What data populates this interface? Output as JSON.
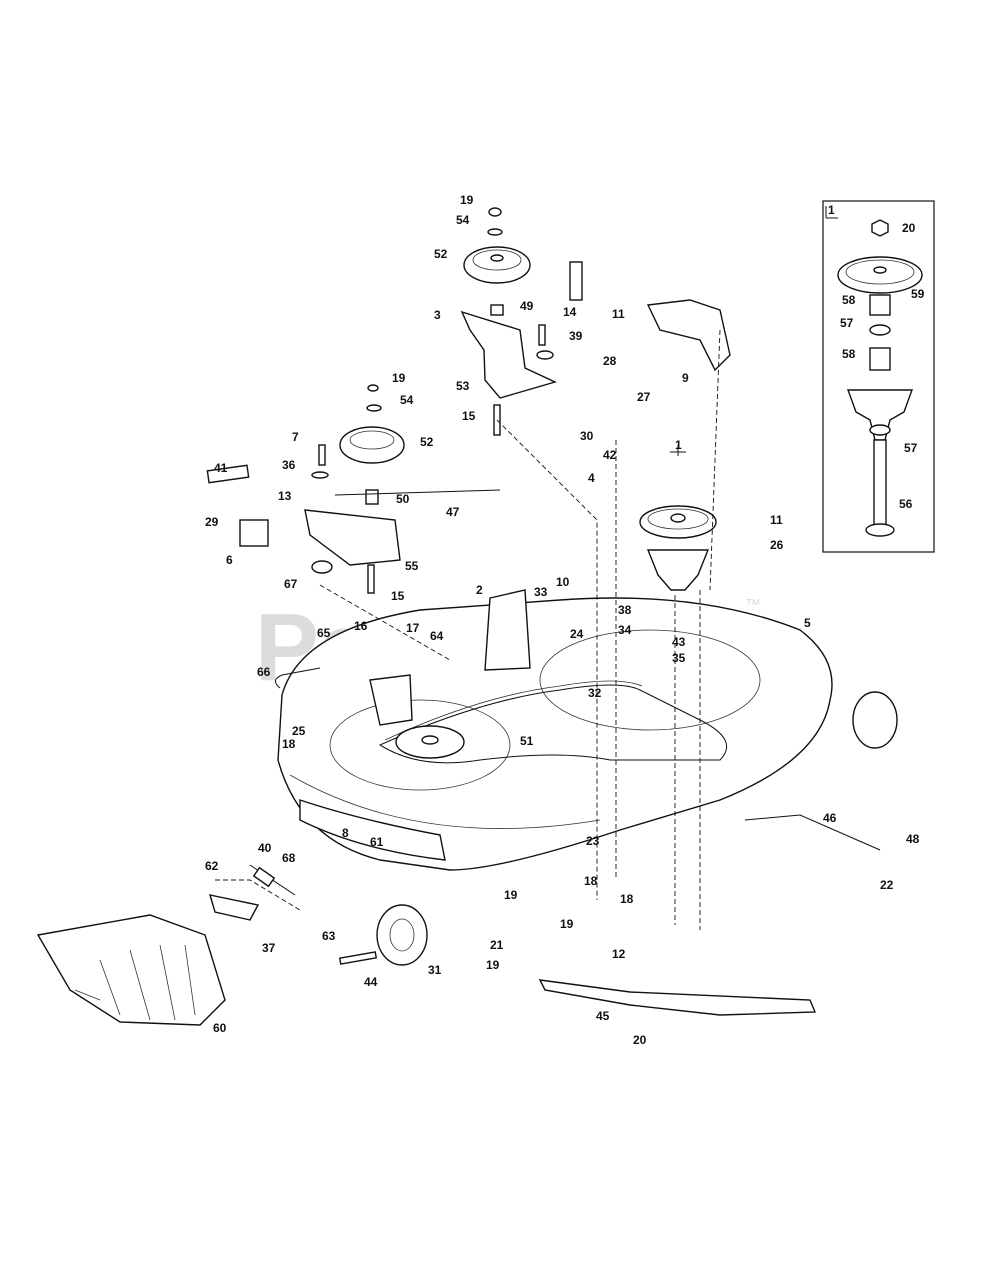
{
  "watermark": {
    "text": "PartsTree",
    "tm": "™"
  },
  "inset_label": "1",
  "deck_pulley_label": "1",
  "callouts": [
    {
      "id": "c19a",
      "text": "19"
    },
    {
      "id": "c54a",
      "text": "54"
    },
    {
      "id": "c52a",
      "text": "52"
    },
    {
      "id": "c49",
      "text": "49"
    },
    {
      "id": "c14",
      "text": "14"
    },
    {
      "id": "c3",
      "text": "3"
    },
    {
      "id": "c39",
      "text": "39"
    },
    {
      "id": "c28",
      "text": "28"
    },
    {
      "id": "c53",
      "text": "53"
    },
    {
      "id": "c15a",
      "text": "15"
    },
    {
      "id": "c11a",
      "text": "11"
    },
    {
      "id": "c9",
      "text": "9"
    },
    {
      "id": "c27",
      "text": "27"
    },
    {
      "id": "c30",
      "text": "30"
    },
    {
      "id": "c42",
      "text": "42"
    },
    {
      "id": "c4",
      "text": "4"
    },
    {
      "id": "c19b",
      "text": "19"
    },
    {
      "id": "c54b",
      "text": "54"
    },
    {
      "id": "c7",
      "text": "7"
    },
    {
      "id": "c52b",
      "text": "52"
    },
    {
      "id": "c36",
      "text": "36"
    },
    {
      "id": "c41",
      "text": "41"
    },
    {
      "id": "c13",
      "text": "13"
    },
    {
      "id": "c50",
      "text": "50"
    },
    {
      "id": "c47",
      "text": "47"
    },
    {
      "id": "c29",
      "text": "29"
    },
    {
      "id": "c6",
      "text": "6"
    },
    {
      "id": "c55",
      "text": "55"
    },
    {
      "id": "c67",
      "text": "67"
    },
    {
      "id": "c15b",
      "text": "15"
    },
    {
      "id": "c11b",
      "text": "11"
    },
    {
      "id": "c26",
      "text": "26"
    },
    {
      "id": "c2",
      "text": "2"
    },
    {
      "id": "c33",
      "text": "33"
    },
    {
      "id": "c10",
      "text": "10"
    },
    {
      "id": "c38",
      "text": "38"
    },
    {
      "id": "c24",
      "text": "24"
    },
    {
      "id": "c34",
      "text": "34"
    },
    {
      "id": "c5",
      "text": "5"
    },
    {
      "id": "c43",
      "text": "43"
    },
    {
      "id": "c35",
      "text": "35"
    },
    {
      "id": "c16",
      "text": "16"
    },
    {
      "id": "c17",
      "text": "17"
    },
    {
      "id": "c65",
      "text": "65"
    },
    {
      "id": "c64",
      "text": "64"
    },
    {
      "id": "c66",
      "text": "66"
    },
    {
      "id": "c32",
      "text": "32"
    },
    {
      "id": "c25",
      "text": "25"
    },
    {
      "id": "c18a",
      "text": "18"
    },
    {
      "id": "c51",
      "text": "51"
    },
    {
      "id": "c8",
      "text": "8"
    },
    {
      "id": "c61",
      "text": "61"
    },
    {
      "id": "c23",
      "text": "23"
    },
    {
      "id": "c46",
      "text": "46"
    },
    {
      "id": "c48",
      "text": "48"
    },
    {
      "id": "c22",
      "text": "22"
    },
    {
      "id": "c40",
      "text": "40"
    },
    {
      "id": "c62",
      "text": "62"
    },
    {
      "id": "c68",
      "text": "68"
    },
    {
      "id": "c18b",
      "text": "18"
    },
    {
      "id": "c19c",
      "text": "19"
    },
    {
      "id": "c18c",
      "text": "18"
    },
    {
      "id": "c19d",
      "text": "19"
    },
    {
      "id": "c37",
      "text": "37"
    },
    {
      "id": "c63",
      "text": "63"
    },
    {
      "id": "c21",
      "text": "21"
    },
    {
      "id": "c19e",
      "text": "19"
    },
    {
      "id": "c12",
      "text": "12"
    },
    {
      "id": "c44",
      "text": "44"
    },
    {
      "id": "c31",
      "text": "31"
    },
    {
      "id": "c60",
      "text": "60"
    },
    {
      "id": "c45",
      "text": "45"
    },
    {
      "id": "c20a",
      "text": "20"
    },
    {
      "id": "c20b",
      "text": "20"
    },
    {
      "id": "c59",
      "text": "59"
    },
    {
      "id": "c58a",
      "text": "58"
    },
    {
      "id": "c57a",
      "text": "57"
    },
    {
      "id": "c58b",
      "text": "58"
    },
    {
      "id": "c57b",
      "text": "57"
    },
    {
      "id": "c56",
      "text": "56"
    }
  ]
}
